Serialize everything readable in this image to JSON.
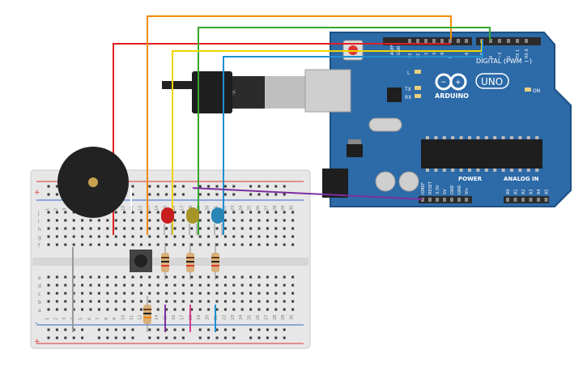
{
  "arduino": {
    "brand": "ARDUINO",
    "model": "UNO",
    "digital_label": "DIGITAL (PWM ~)",
    "power_label": "POWER",
    "analog_label": "ANALOG IN",
    "on_label": "ON",
    "l_label": "L",
    "tx_label": "TX",
    "rx_label": "RX",
    "aref_label": "AREF",
    "gnd_label": "GND",
    "digital_pins": [
      "13",
      "12",
      "~11",
      "~10",
      "~9",
      "8",
      "7",
      "~6",
      "~5",
      "4",
      "~3",
      "2",
      "TX 1",
      "RX 0"
    ],
    "power_pins": [
      "IOREF",
      "RESET",
      "3.3V",
      "5V",
      "GND",
      "GND",
      "Vin"
    ],
    "analog_pins": [
      "A0",
      "A1",
      "A2",
      "A3",
      "A4",
      "A5"
    ],
    "colors": {
      "board": "#2c6aa8",
      "board_dark": "#1f4f80",
      "header": "#2b2b2b",
      "usb": "#b9b9b9",
      "chip": "#1e1e1e"
    }
  },
  "breadboard": {
    "row_letters_top": [
      "j",
      "i",
      "h",
      "g",
      "f"
    ],
    "row_letters_bottom": [
      "e",
      "d",
      "c",
      "b",
      "a"
    ],
    "column_numbers": [
      "1",
      "2",
      "3",
      "4",
      "5",
      "6",
      "7",
      "8",
      "9",
      "10",
      "11",
      "12",
      "13",
      "14",
      "15",
      "16",
      "17",
      "18",
      "19",
      "20",
      "21",
      "22",
      "23",
      "24",
      "25",
      "26",
      "27",
      "28",
      "29",
      "30"
    ],
    "rail_plus": "+",
    "rail_minus": "-",
    "colors": {
      "body": "#e6e6e6",
      "hole": "#3a3a3a",
      "rail_red": "#d33",
      "rail_blue": "#36c"
    }
  },
  "components": {
    "leds": [
      {
        "name": "red-led",
        "color": "#c81e1e"
      },
      {
        "name": "yellow-led",
        "color": "#a8952a"
      },
      {
        "name": "blue-led",
        "color": "#2b86b8"
      }
    ],
    "buzzer_color": "#222222",
    "button_color": "#555555"
  },
  "wires": {
    "red": "#e02020",
    "orange": "#f08c00",
    "green": "#37a830",
    "yellow": "#f0d400",
    "blue": "#1e90d0",
    "purple": "#7d2fa0",
    "pink": "#d43a8a",
    "gray": "#9a9a9a",
    "black": "#222222"
  }
}
